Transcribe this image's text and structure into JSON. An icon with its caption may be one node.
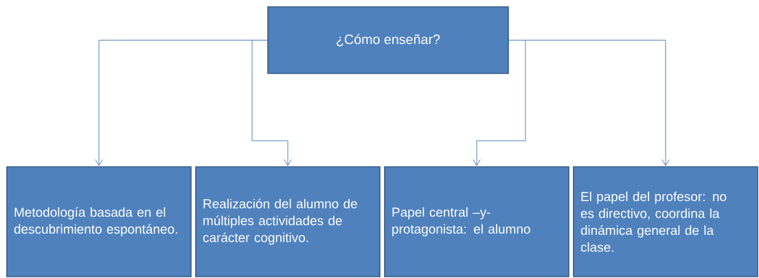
{
  "diagram": {
    "nodes": [
      {
        "text": [
          "¿Cómo enseñar?"
        ]
      },
      {
        "text": [
          "Metodología basada en el descubrimiento espontáneo."
        ]
      },
      {
        "text": [
          "Realización del alumno de múltiples actividades de carácter cognitivo."
        ]
      },
      {
        "text": [
          "Papel central –y- protagonista: el alumno"
        ]
      },
      {
        "text": [
          "El papel del profesor: no es directivo, coordina la dinámica general de la clase."
        ]
      }
    ],
    "edges": [
      {
        "from": 0,
        "to": 1,
        "arrow": "to"
      },
      {
        "from": 0,
        "to": 2,
        "arrow": "to"
      },
      {
        "from": 0,
        "to": 3,
        "arrow": "to"
      },
      {
        "from": 0,
        "to": 4,
        "arrow": "to"
      }
    ]
  }
}
